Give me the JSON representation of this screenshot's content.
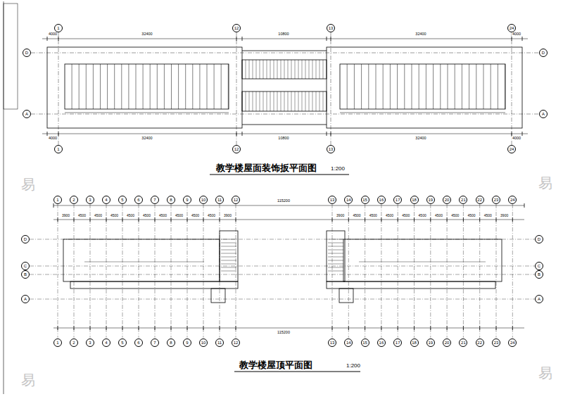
{
  "diagram": {
    "nodes": [
      {
        "text": [
          "1"
        ]
      },
      {
        "text": [
          "12"
        ]
      },
      {
        "text": [
          "13"
        ]
      },
      {
        "text": [
          "24"
        ]
      },
      {
        "text": [
          "1"
        ]
      },
      {
        "text": [
          "12"
        ]
      },
      {
        "text": [
          "13"
        ]
      },
      {
        "text": [
          "24"
        ]
      },
      {
        "text": [
          "D"
        ]
      },
      {
        "text": [
          "A"
        ]
      },
      {
        "text": [
          "D"
        ]
      },
      {
        "text": [
          "A"
        ]
      },
      {
        "text": [
          "1"
        ]
      },
      {
        "text": [
          "2"
        ]
      },
      {
        "text": [
          "3"
        ]
      },
      {
        "text": [
          "4"
        ]
      },
      {
        "text": [
          "5"
        ]
      },
      {
        "text": [
          "6"
        ]
      },
      {
        "text": [
          "7"
        ]
      },
      {
        "text": [
          "8"
        ]
      },
      {
        "text": [
          "9"
        ]
      },
      {
        "text": [
          "10"
        ]
      },
      {
        "text": [
          "11"
        ]
      },
      {
        "text": [
          "12"
        ]
      },
      {
        "text": [
          "13"
        ]
      },
      {
        "text": [
          "14"
        ]
      },
      {
        "text": [
          "15"
        ]
      },
      {
        "text": [
          "16"
        ]
      },
      {
        "text": [
          "17"
        ]
      },
      {
        "text": [
          "18"
        ]
      },
      {
        "text": [
          "19"
        ]
      },
      {
        "text": [
          "20"
        ]
      },
      {
        "text": [
          "21"
        ]
      },
      {
        "text": [
          "22"
        ]
      },
      {
        "text": [
          "23"
        ]
      },
      {
        "text": [
          "24"
        ]
      },
      {
        "text": [
          "1"
        ]
      },
      {
        "text": [
          "2"
        ]
      },
      {
        "text": [
          "3"
        ]
      },
      {
        "text": [
          "4"
        ]
      },
      {
        "text": [
          "5"
        ]
      },
      {
        "text": [
          "6"
        ]
      },
      {
        "text": [
          "7"
        ]
      },
      {
        "text": [
          "8"
        ]
      },
      {
        "text": [
          "9"
        ]
      },
      {
        "text": [
          "10"
        ]
      },
      {
        "text": [
          "11"
        ]
      },
      {
        "text": [
          "12"
        ]
      },
      {
        "text": [
          "13"
        ]
      },
      {
        "text": [
          "14"
        ]
      },
      {
        "text": [
          "15"
        ]
      },
      {
        "text": [
          "16"
        ]
      },
      {
        "text": [
          "17"
        ]
      },
      {
        "text": [
          "18"
        ]
      },
      {
        "text": [
          "19"
        ]
      },
      {
        "text": [
          "20"
        ]
      },
      {
        "text": [
          "21"
        ]
      },
      {
        "text": [
          "22"
        ]
      },
      {
        "text": [
          "23"
        ]
      },
      {
        "text": [
          "24"
        ]
      },
      {
        "text": [
          "D"
        ]
      },
      {
        "text": [
          "C"
        ]
      },
      {
        "text": [
          "B"
        ]
      },
      {
        "text": [
          "A"
        ]
      },
      {
        "text": [
          "D"
        ]
      },
      {
        "text": [
          "C"
        ]
      },
      {
        "text": [
          "B"
        ]
      },
      {
        "text": [
          "A"
        ]
      }
    ],
    "labels": [
      "教学楼屋面装饰扳平面图",
      "1:200",
      "教学楼屋顶平面图",
      "1:200",
      "4000",
      "32400",
      "10800",
      "32400",
      "4000",
      "4000",
      "32400",
      "10800",
      "32400",
      "4000",
      "115200",
      "3900",
      "4500",
      "4500",
      "4500",
      "4500",
      "4500",
      "4500",
      "4500",
      "4500",
      "4500",
      "3900",
      "3900",
      "4500",
      "4500",
      "4500",
      "4500",
      "4500",
      "4500",
      "4500",
      "4500",
      "4500",
      "3900",
      "115200",
      "易",
      "易",
      "易",
      "易"
    ]
  }
}
